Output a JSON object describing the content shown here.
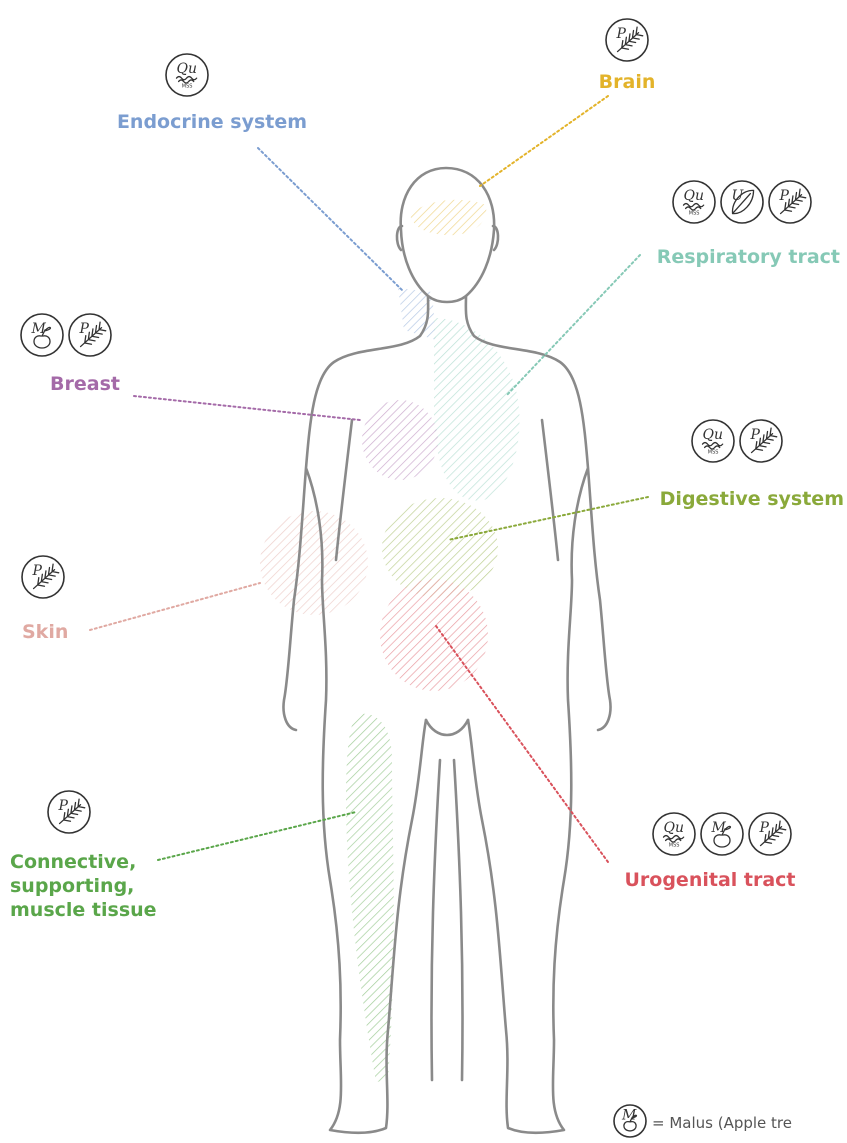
{
  "colors": {
    "brain": "#e3b32a",
    "endocrine": "#7b9dd0",
    "respiratory": "#86c9b6",
    "breast": "#a46aa8",
    "digestive": "#8aa93a",
    "skin": "#e0a9a2",
    "urogenital": "#d9525c",
    "connective": "#5aa64a",
    "body_outline": "#8a8a8a",
    "icon_stroke": "#333333",
    "legend_text": "#555555"
  },
  "icons": {
    "qu": {
      "letter": "Qu",
      "sub": "MSS",
      "name": "quercus-icon"
    },
    "u": {
      "letter": "U",
      "name": "ulmus-icon"
    },
    "p": {
      "letter": "P",
      "name": "pinus-icon"
    },
    "m": {
      "letter": "M",
      "name": "malus-icon"
    }
  },
  "organs": [
    {
      "id": "brain",
      "label": "Brain",
      "icons": [
        "p"
      ]
    },
    {
      "id": "endocrine",
      "label": "Endocrine system",
      "icons": [
        "qu"
      ]
    },
    {
      "id": "respiratory",
      "label": "Respiratory tract",
      "icons": [
        "qu",
        "u",
        "p"
      ]
    },
    {
      "id": "breast",
      "label": "Breast",
      "icons": [
        "m",
        "p"
      ]
    },
    {
      "id": "digestive",
      "label": "Digestive system",
      "icons": [
        "qu",
        "p"
      ]
    },
    {
      "id": "skin",
      "label": "Skin",
      "icons": [
        "p"
      ]
    },
    {
      "id": "urogenital",
      "label": "Urogenital tract",
      "icons": [
        "qu",
        "m",
        "p"
      ]
    },
    {
      "id": "connective",
      "label": "Connective,\nsupporting,\nmuscle tissue",
      "icons": [
        "p"
      ]
    }
  ],
  "legend": {
    "icon": "m",
    "text": "= Malus (Apple tre"
  }
}
